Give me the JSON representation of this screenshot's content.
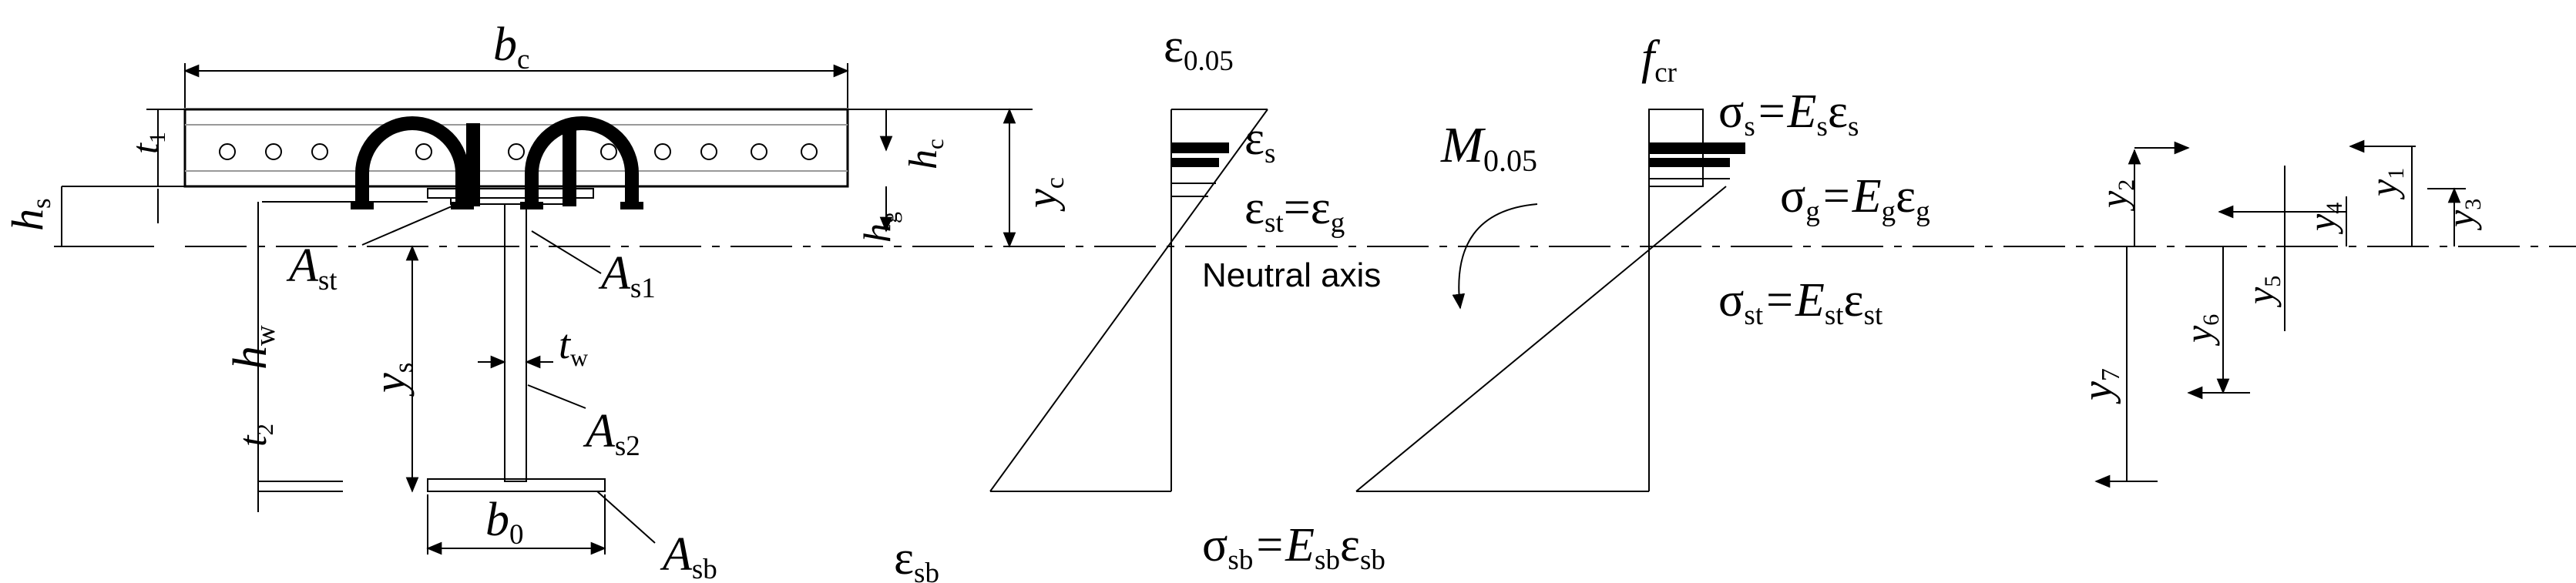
{
  "labels": {
    "bc": [
      "b",
      "c"
    ],
    "t1": [
      "t",
      "1"
    ],
    "hs": [
      "h",
      "s"
    ],
    "hc": [
      "h",
      "c"
    ],
    "yc": [
      "y",
      "c"
    ],
    "hg": [
      "h",
      "g"
    ],
    "Ast": [
      "A",
      "st"
    ],
    "As1": [
      "A",
      "s1"
    ],
    "hw": [
      "h",
      "w"
    ],
    "t2": [
      "t",
      "2"
    ],
    "ys": [
      "y",
      "s"
    ],
    "tw": [
      "t",
      "w"
    ],
    "As2": [
      "A",
      "s2"
    ],
    "b0": [
      "b",
      "0"
    ],
    "Asb": [
      "A",
      "sb"
    ],
    "eps005": [
      "ε",
      "0.05"
    ],
    "epss": [
      "ε",
      "s"
    ],
    "epsst_eq": [
      "ε",
      "st",
      "=ε",
      "g"
    ],
    "epssb": [
      "ε",
      "sb"
    ],
    "M005": [
      "M",
      "0.05"
    ],
    "neutral_axis": "Neutral axis",
    "fcr": [
      "f",
      "cr"
    ],
    "sigma_s": [
      "σ",
      "s",
      "=E",
      "s",
      "ε",
      "s"
    ],
    "sigma_g": [
      "σ",
      "g",
      "=E",
      "g",
      "ε",
      "g"
    ],
    "sigma_st": [
      "σ",
      "st",
      "=E",
      "st",
      "ε",
      "st"
    ],
    "sigma_sb": [
      "σ",
      "sb",
      "=E",
      "sb",
      "ε",
      "sb"
    ],
    "y1": [
      "y",
      "1"
    ],
    "y2": [
      "y",
      "2"
    ],
    "y3": [
      "y",
      "3"
    ],
    "y4": [
      "y",
      "4"
    ],
    "y5": [
      "y",
      "5"
    ],
    "y6": [
      "y",
      "6"
    ],
    "y7": [
      "y",
      "7"
    ]
  }
}
